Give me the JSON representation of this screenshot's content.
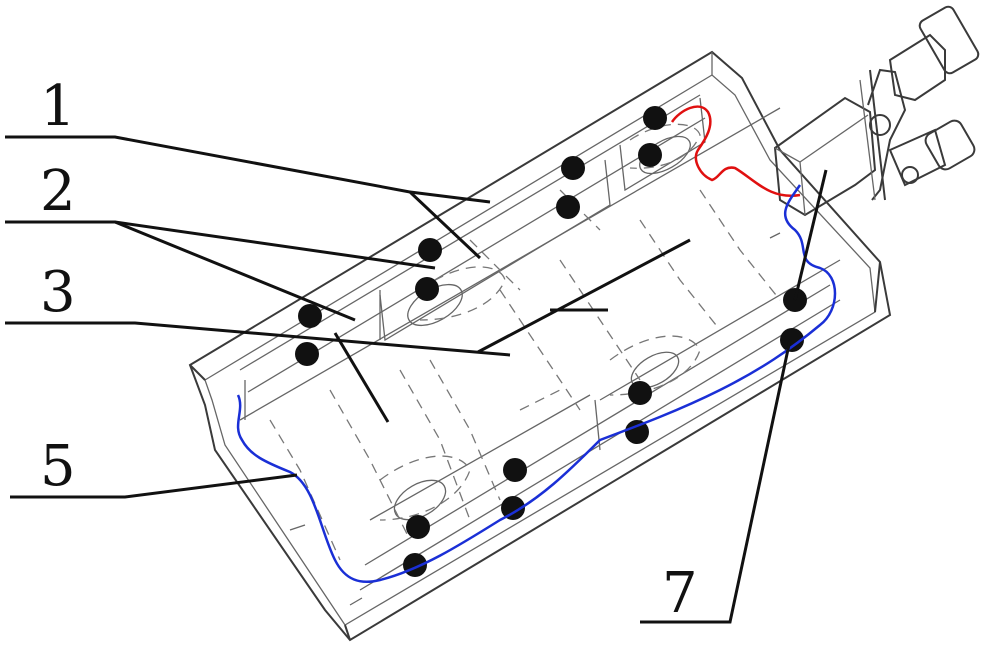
{
  "labels": {
    "l1": "1",
    "l2": "2",
    "l3": "3",
    "l5": "5",
    "l7": "7"
  },
  "colors": {
    "wire_red": "#e01010",
    "wire_blue": "#1a2fd6",
    "line": "#3a3a3a",
    "bolt": "#111111"
  }
}
